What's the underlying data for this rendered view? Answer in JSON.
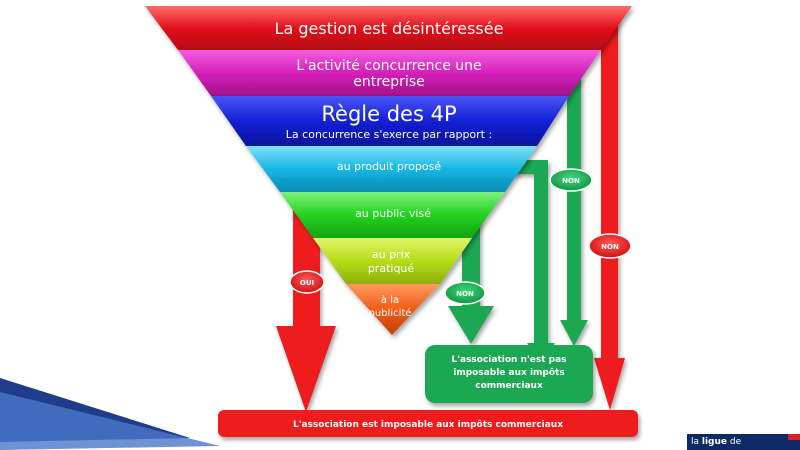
{
  "funnel": {
    "bands": [
      {
        "id": "gestion",
        "lines": [
          "La gestion est désintéressée"
        ],
        "color": "#e3111b"
      },
      {
        "id": "concurrence",
        "lines": [
          "L'activité concurrence une",
          "entreprise"
        ],
        "color": "#d420b9"
      },
      {
        "id": "regle",
        "title": "Règle des 4P",
        "subtitle": "La concurrence s'exerce par rapport :",
        "color": "#1320d6"
      },
      {
        "id": "produit",
        "lines": [
          "au produit proposé"
        ],
        "color": "#16b6e4"
      },
      {
        "id": "public",
        "lines": [
          "au public visé"
        ],
        "color": "#22d21f"
      },
      {
        "id": "prix",
        "lines": [
          "au prix",
          "pratiqué"
        ],
        "color": "#b6dc17"
      },
      {
        "id": "publicite",
        "lines": [
          "à la",
          "publicité"
        ],
        "color": "#ef5b17"
      }
    ]
  },
  "badges": {
    "oui": "OUI",
    "non_left": "NON",
    "non_mid": "NON",
    "non_right": "NON"
  },
  "outcomes": {
    "not_taxable": [
      "L'association n'est pas",
      "imposable aux impôts",
      "commerciaux"
    ],
    "taxable": "L'association est imposable aux impôts commerciaux"
  },
  "colors": {
    "red": "#ee1b1b",
    "green": "#1aa852",
    "outcome_green": "#1aa852",
    "outcome_red": "#ee1b1b"
  },
  "footer": {
    "logo_prefix": "la ",
    "logo_bold": "ligue",
    "logo_suffix": " de"
  }
}
